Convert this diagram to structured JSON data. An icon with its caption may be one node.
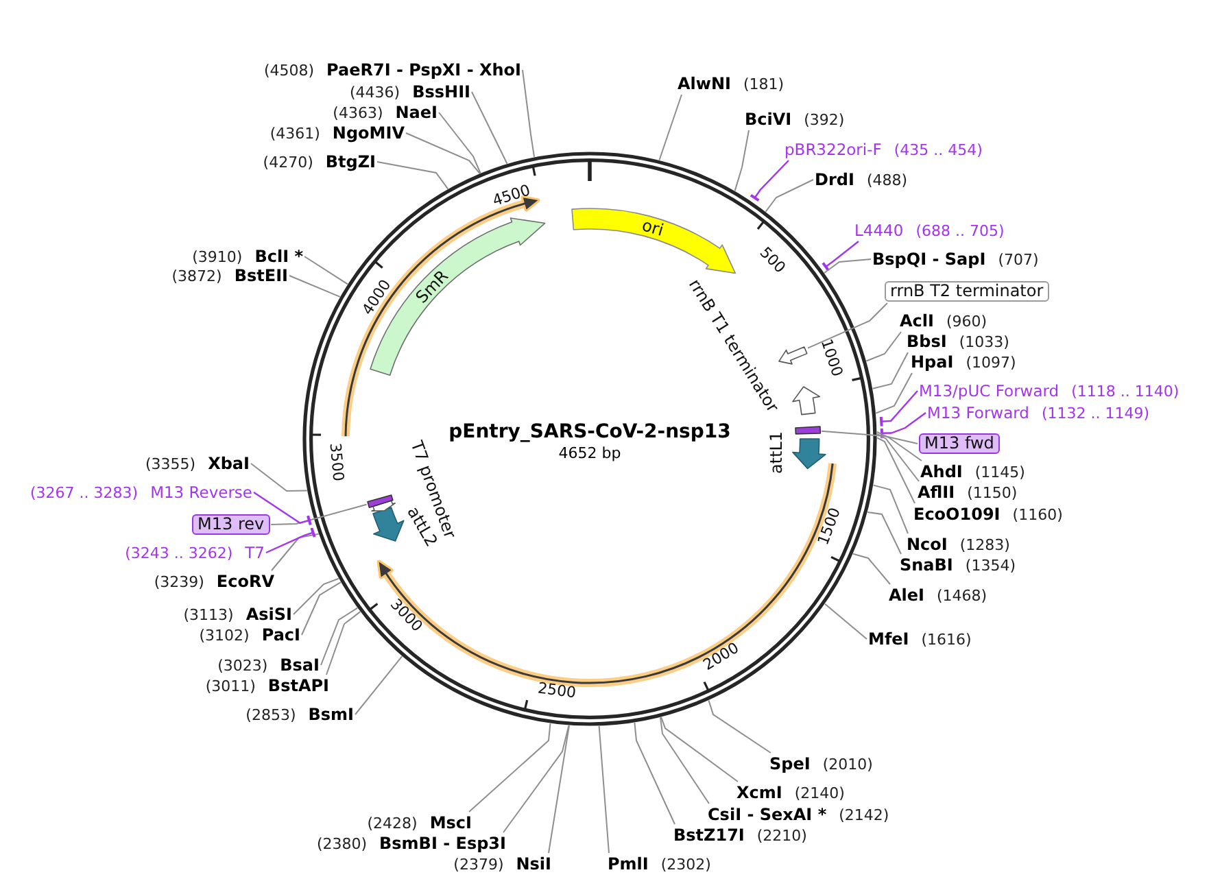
{
  "diagram": {
    "title": "pEntry_SARS-CoV-2-nsp13",
    "nodes": [
      {
        "text": [
          "AlwNI",
          "(181)"
        ]
      },
      {
        "text": [
          "BciVI",
          "(392)"
        ]
      },
      {
        "text": [
          "pBR322ori-F",
          "(435 .. 454)"
        ]
      },
      {
        "text": [
          "DrdI",
          "(488)"
        ]
      },
      {
        "text": [
          "L4440",
          "(688 .. 705)"
        ]
      },
      {
        "text": [
          "BspQI - SapI",
          "(707)"
        ]
      },
      {
        "text": [
          "rrnB T2 terminator"
        ]
      },
      {
        "text": [
          "AclI",
          "(960)"
        ]
      },
      {
        "text": [
          "BbsI",
          "(1033)"
        ]
      },
      {
        "text": [
          "HpaI",
          "(1097)"
        ]
      },
      {
        "text": [
          "M13/pUC Forward",
          "(1118 .. 1140)"
        ]
      },
      {
        "text": [
          "M13 Forward",
          "(1132 .. 1149)"
        ]
      },
      {
        "text": [
          "M13 fwd"
        ]
      },
      {
        "text": [
          "AhdI",
          "(1145)"
        ]
      },
      {
        "text": [
          "AflII",
          "(1150)"
        ]
      },
      {
        "text": [
          "EcoO109I",
          "(1160)"
        ]
      },
      {
        "text": [
          "NcoI",
          "(1283)"
        ]
      },
      {
        "text": [
          "SnaBI",
          "(1354)"
        ]
      },
      {
        "text": [
          "AleI",
          "(1468)"
        ]
      },
      {
        "text": [
          "MfeI",
          "(1616)"
        ]
      },
      {
        "text": [
          "SpeI",
          "(2010)"
        ]
      },
      {
        "text": [
          "XcmI",
          "(2140)"
        ]
      },
      {
        "text": [
          "CsiI - SexAI *",
          "(2142)"
        ]
      },
      {
        "text": [
          "BstZ17I",
          "(2210)"
        ]
      },
      {
        "text": [
          "PmlI",
          "(2302)"
        ]
      },
      {
        "text": [
          "(2379)",
          "NsiI"
        ]
      },
      {
        "text": [
          "(2380)",
          "BsmBI - Esp3I"
        ]
      },
      {
        "text": [
          "(2428)",
          "MscI"
        ]
      },
      {
        "text": [
          "(2853)",
          "BsmI"
        ]
      },
      {
        "text": [
          "(3011)",
          "BstAPI"
        ]
      },
      {
        "text": [
          "(3023)",
          "BsaI"
        ]
      },
      {
        "text": [
          "(3102)",
          "PacI"
        ]
      },
      {
        "text": [
          "(3113)",
          "AsiSI"
        ]
      },
      {
        "text": [
          "(3239)",
          "EcoRV"
        ]
      },
      {
        "text": [
          "(3243 .. 3262)",
          "T7"
        ]
      },
      {
        "text": [
          "M13 rev"
        ]
      },
      {
        "text": [
          "(3267 .. 3283)",
          "M13 Reverse"
        ]
      },
      {
        "text": [
          "(3355)",
          "XbaI"
        ]
      },
      {
        "text": [
          "(3872)",
          "BstEII"
        ]
      },
      {
        "text": [
          "(3910)",
          "BclI *"
        ]
      },
      {
        "text": [
          "(4270)",
          "BtgZI"
        ]
      },
      {
        "text": [
          "(4361)",
          "NgoMIV"
        ]
      },
      {
        "text": [
          "(4363)",
          "NaeI"
        ]
      },
      {
        "text": [
          "(4436)",
          "BssHII"
        ]
      },
      {
        "text": [
          "(4508)",
          "PaeR7I - PspXI - XhoI"
        ]
      },
      {
        "text": [
          "ori"
        ]
      },
      {
        "text": [],
        "shape": "arrow"
      },
      {
        "text": [],
        "shape": "arrow"
      },
      {
        "text": [],
        "shape": "bar"
      },
      {
        "text": [],
        "shape": "arrow",
        "beside": [
          "attL1"
        ]
      },
      {
        "text": [],
        "shape": "arrow",
        "beside": [
          "attL2"
        ]
      },
      {
        "text": [],
        "shape": "arrow",
        "beside": [
          "T7 promoter"
        ]
      },
      {
        "text": [],
        "shape": "bar"
      },
      {
        "text": [
          "SmR"
        ]
      }
    ],
    "edges": [
      {
        "from": 0,
        "to": null,
        "arrow": "none"
      },
      {
        "from": 1,
        "to": null,
        "arrow": "none"
      },
      {
        "from": 2,
        "to": null,
        "arrow": "other",
        "color": "#a335ee"
      },
      {
        "from": 3,
        "to": null,
        "arrow": "none"
      },
      {
        "from": 4,
        "to": null,
        "arrow": "other",
        "color": "#a335ee"
      },
      {
        "from": 5,
        "to": null,
        "arrow": "none"
      },
      {
        "from": 6,
        "to": 46,
        "arrow": "none"
      },
      {
        "from": 7,
        "to": null,
        "arrow": "none"
      },
      {
        "from": 8,
        "to": null,
        "arrow": "none"
      },
      {
        "from": 9,
        "to": null,
        "arrow": "none"
      },
      {
        "from": 10,
        "to": null,
        "arrow": "other",
        "color": "#a335ee"
      },
      {
        "from": 11,
        "to": null,
        "arrow": "other",
        "color": "#a335ee"
      },
      {
        "from": 12,
        "to": 48,
        "arrow": "none"
      },
      {
        "from": 13,
        "to": null,
        "arrow": "none"
      },
      {
        "from": 14,
        "to": null,
        "arrow": "none"
      },
      {
        "from": 15,
        "to": null,
        "arrow": "none"
      },
      {
        "from": 16,
        "to": null,
        "arrow": "none"
      },
      {
        "from": 17,
        "to": null,
        "arrow": "none"
      },
      {
        "from": 18,
        "to": null,
        "arrow": "none"
      },
      {
        "from": 19,
        "to": null,
        "arrow": "none"
      },
      {
        "from": 20,
        "to": null,
        "arrow": "none"
      },
      {
        "from": 21,
        "to": null,
        "arrow": "none"
      },
      {
        "from": 22,
        "to": null,
        "arrow": "none"
      },
      {
        "from": 23,
        "to": null,
        "arrow": "none"
      },
      {
        "from": 24,
        "to": null,
        "arrow": "none"
      },
      {
        "from": 25,
        "to": null,
        "arrow": "none"
      },
      {
        "from": 26,
        "to": null,
        "arrow": "none"
      },
      {
        "from": 27,
        "to": null,
        "arrow": "none"
      },
      {
        "from": 28,
        "to": null,
        "arrow": "none"
      },
      {
        "from": 29,
        "to": null,
        "arrow": "none"
      },
      {
        "from": 30,
        "to": null,
        "arrow": "none"
      },
      {
        "from": 31,
        "to": null,
        "arrow": "none"
      },
      {
        "from": 32,
        "to": null,
        "arrow": "none"
      },
      {
        "from": 33,
        "to": null,
        "arrow": "none"
      },
      {
        "from": 34,
        "to": null,
        "arrow": "other",
        "color": "#a335ee"
      },
      {
        "from": 35,
        "to": 52,
        "arrow": "none"
      },
      {
        "from": 36,
        "to": null,
        "arrow": "other",
        "color": "#a335ee"
      },
      {
        "from": 37,
        "to": null,
        "arrow": "none"
      },
      {
        "from": 38,
        "to": null,
        "arrow": "none"
      },
      {
        "from": 39,
        "to": null,
        "arrow": "none"
      },
      {
        "from": 40,
        "to": null,
        "arrow": "none"
      },
      {
        "from": 41,
        "to": null,
        "arrow": "none"
      },
      {
        "from": 42,
        "to": null,
        "arrow": "none"
      },
      {
        "from": 43,
        "to": null,
        "arrow": "none"
      },
      {
        "from": 44,
        "to": null,
        "arrow": "none"
      }
    ],
    "labels": [
      "4652 bp",
      "500",
      "1000",
      "1500",
      "2000",
      "2500",
      "3000",
      "3500",
      "4000",
      "4500",
      "rrnB T1 terminator"
    ]
  }
}
